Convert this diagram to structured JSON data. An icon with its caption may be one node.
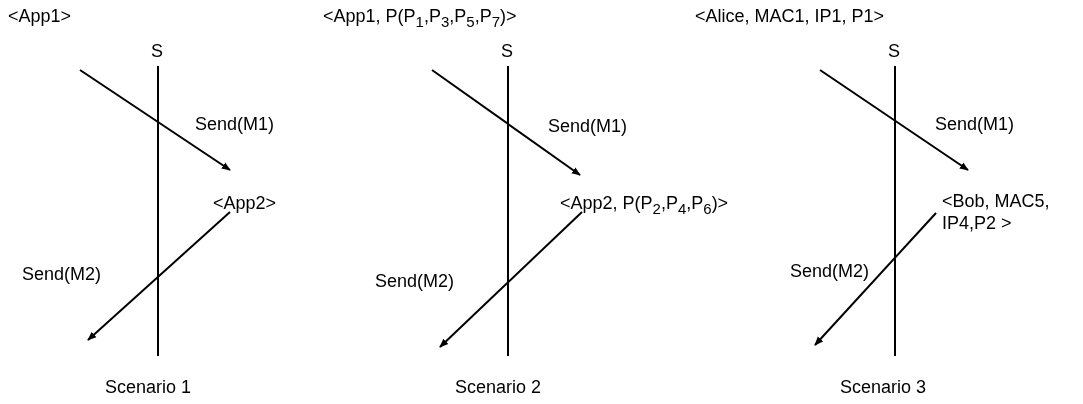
{
  "diagram": {
    "nodes": [
      {
        "text": [
          "<App1>"
        ]
      },
      {
        "text": [
          "S"
        ]
      },
      {
        "text": [
          "<App2>"
        ]
      },
      {
        "text": [
          "<App1, P(P$_{1}$,P$_{3}$,P$_{5}$,P$_{7}$)>"
        ]
      },
      {
        "text": [
          "S"
        ]
      },
      {
        "text": [
          "<App2, P(P$_{2}$,P$_{4}$,P$_{6}$)>"
        ]
      },
      {
        "text": [
          "<Alice, MAC1, IP1, P1>"
        ]
      },
      {
        "text": [
          "S"
        ]
      },
      {
        "text": [
          "<Bob, MAC5, IP4,P2 >"
        ]
      }
    ],
    "edges": [
      {
        "from": 0,
        "to": 2,
        "arrow": "to",
        "label": "Send(M1)"
      },
      {
        "from": 2,
        "to": null,
        "arrow": "to",
        "label": "Send(M2)"
      },
      {
        "from": 3,
        "to": 5,
        "arrow": "to",
        "label": "Send(M1)"
      },
      {
        "from": 5,
        "to": null,
        "arrow": "to",
        "label": "Send(M2)"
      },
      {
        "from": 6,
        "to": 8,
        "arrow": "to",
        "label": "Send(M1)"
      },
      {
        "from": 8,
        "to": null,
        "arrow": "to",
        "label": "Send(M2)"
      }
    ],
    "labels": [
      "Scenario 1",
      "Scenario 2",
      "Scenario 3"
    ]
  }
}
